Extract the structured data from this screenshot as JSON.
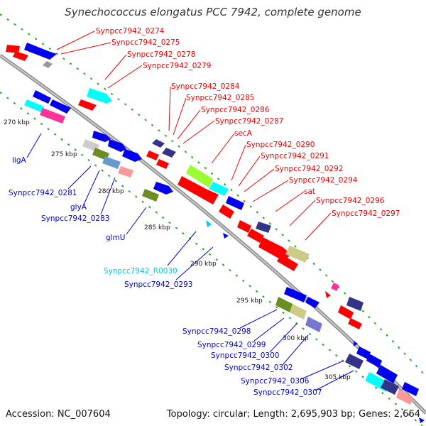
{
  "title": "Synechococcus elongatus PCC 7942, complete genome",
  "accession": "Accession: NC_007604",
  "topology": "Topology: circular; Length: 2,695,903 bp; Genes: 2,664",
  "scale_labels": [
    "270 kbp",
    "275 kbp",
    "280 kbp",
    "285 kbp",
    "290 kbp",
    "295 kbp",
    "300 kbp",
    "305 kbp"
  ],
  "upper_labels": [
    "Synpcc7942_0274",
    "Synpcc7942_0275",
    "Synpcc7942_0278",
    "Synpcc7942_0279",
    "Synpcc7942_0284",
    "Synpcc7942_0285",
    "Synpcc7942_0286",
    "Synpcc7942_0287",
    "secA",
    "Synpcc7942_0290",
    "Synpcc7942_0291",
    "Synpcc7942_0292",
    "Synpcc7942_0294",
    "sat",
    "Synpcc7942_0296",
    "Synpcc7942_0297"
  ],
  "lower_labels": [
    "ligA",
    "Synpcc7942_0281",
    "glyA",
    "Synpcc7942_0283",
    "glmU",
    "Synpcc7942_R0030",
    "Synpcc7942_0293",
    "Synpcc7942_0298",
    "Synpcc7942_0299",
    "Synpcc7942_0300",
    "Synpcc7942_0302",
    "Synpcc7942_0306",
    "Synpcc7942_0307"
  ],
  "colors": {
    "upper_label": "#ee0000",
    "lower_label": "#0000cc",
    "rna_label": "#00cccc",
    "backbone": "#999999",
    "tick": "#22aa22",
    "red_gene": "#ff0000",
    "blue_gene": "#0000ee",
    "cyan_gene": "#00ffff",
    "navy_gene": "#333388",
    "magenta_gene": "#ff3399",
    "olive_gene": "#6b8e23",
    "khaki_gene": "#cccc88",
    "slate_gene": "#7777cc",
    "lime_gene": "#99ff33",
    "steel_gene": "#6699cc",
    "pink_gene": "#ff9999",
    "gray_gene": "#999999"
  }
}
